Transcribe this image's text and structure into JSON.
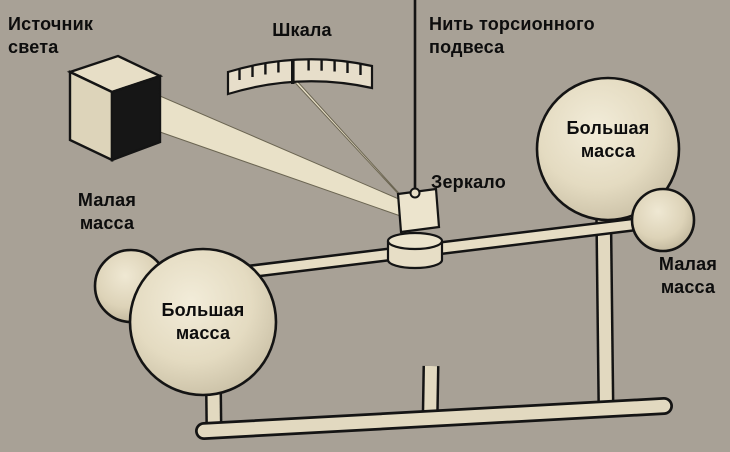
{
  "colors": {
    "background": "#a8a196",
    "shape_fill": "#e7dec6",
    "outline": "#141414",
    "beam_fill": "#e9e1c8",
    "light_source_face": "#161616",
    "text": "#0d0d0d"
  },
  "labels": {
    "light_source": "Источник\nсвета",
    "scale": "Шкала",
    "torsion_thread": "Нить торсионного\nподвеса",
    "mirror": "Зеркало",
    "small_mass_left": "Малая\nмасса",
    "large_mass_left": "Большая\nмасса",
    "small_mass_right": "Малая\nмасса",
    "large_mass_right": "Большая\nмасса"
  }
}
